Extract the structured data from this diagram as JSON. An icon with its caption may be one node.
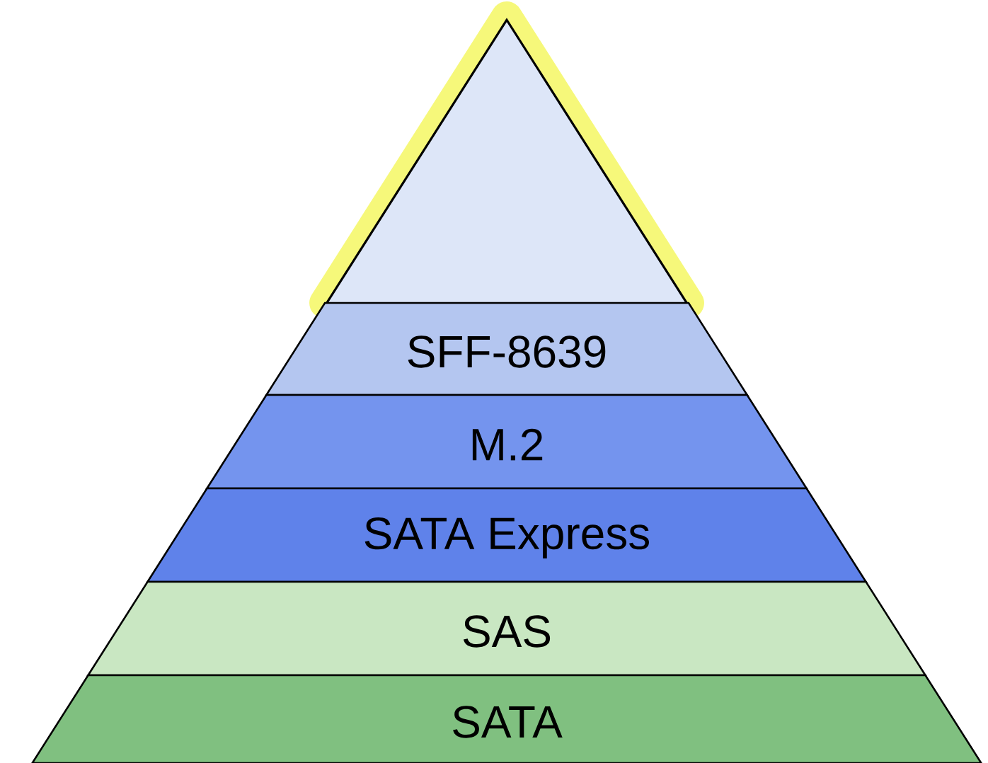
{
  "diagram": {
    "nodes": [
      {
        "text": [],
        "shape": "triangle"
      },
      {
        "text": [
          "SFF-8639"
        ]
      },
      {
        "text": [
          "M.2"
        ]
      },
      {
        "text": [
          "SATA Express"
        ]
      },
      {
        "text": [
          "SAS"
        ]
      },
      {
        "text": [
          "SATA"
        ]
      }
    ]
  }
}
